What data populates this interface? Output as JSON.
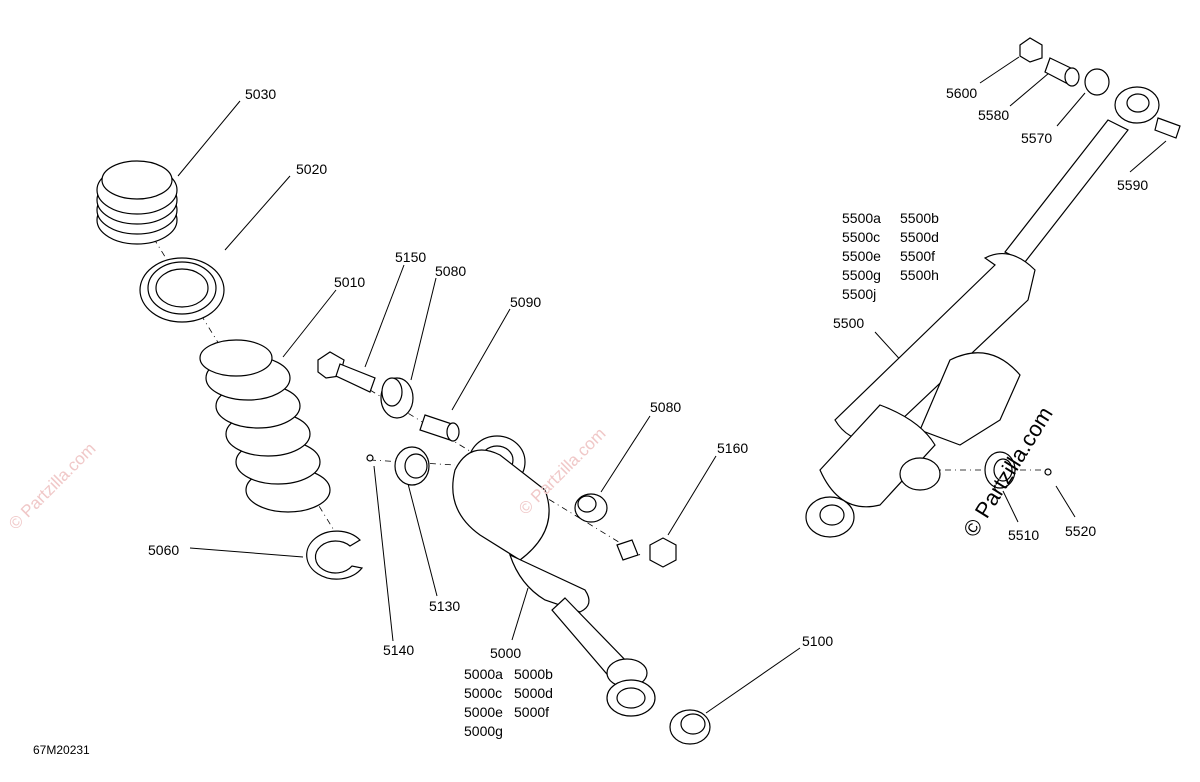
{
  "diagram_id": "67M20231",
  "watermark": "© Partzilla.com",
  "callouts": {
    "c5030": "5030",
    "c5020": "5020",
    "c5010": "5010",
    "c5060": "5060",
    "c5150": "5150",
    "c5080a": "5080",
    "c5090": "5090",
    "c5080b": "5080",
    "c5160": "5160",
    "c5130": "5130",
    "c5140": "5140",
    "c5000": "5000",
    "c5100": "5100",
    "c5600": "5600",
    "c5580": "5580",
    "c5570": "5570",
    "c5590": "5590",
    "c5500": "5500",
    "c5510": "5510",
    "c5520": "5520"
  },
  "variants_5000": [
    "5000a",
    "5000b",
    "5000c",
    "5000d",
    "5000e",
    "5000f",
    "5000g"
  ],
  "variants_5500": [
    "5500a",
    "5500b",
    "5500c",
    "5500d",
    "5500e",
    "5500f",
    "5500g",
    "5500h",
    "5500j"
  ]
}
